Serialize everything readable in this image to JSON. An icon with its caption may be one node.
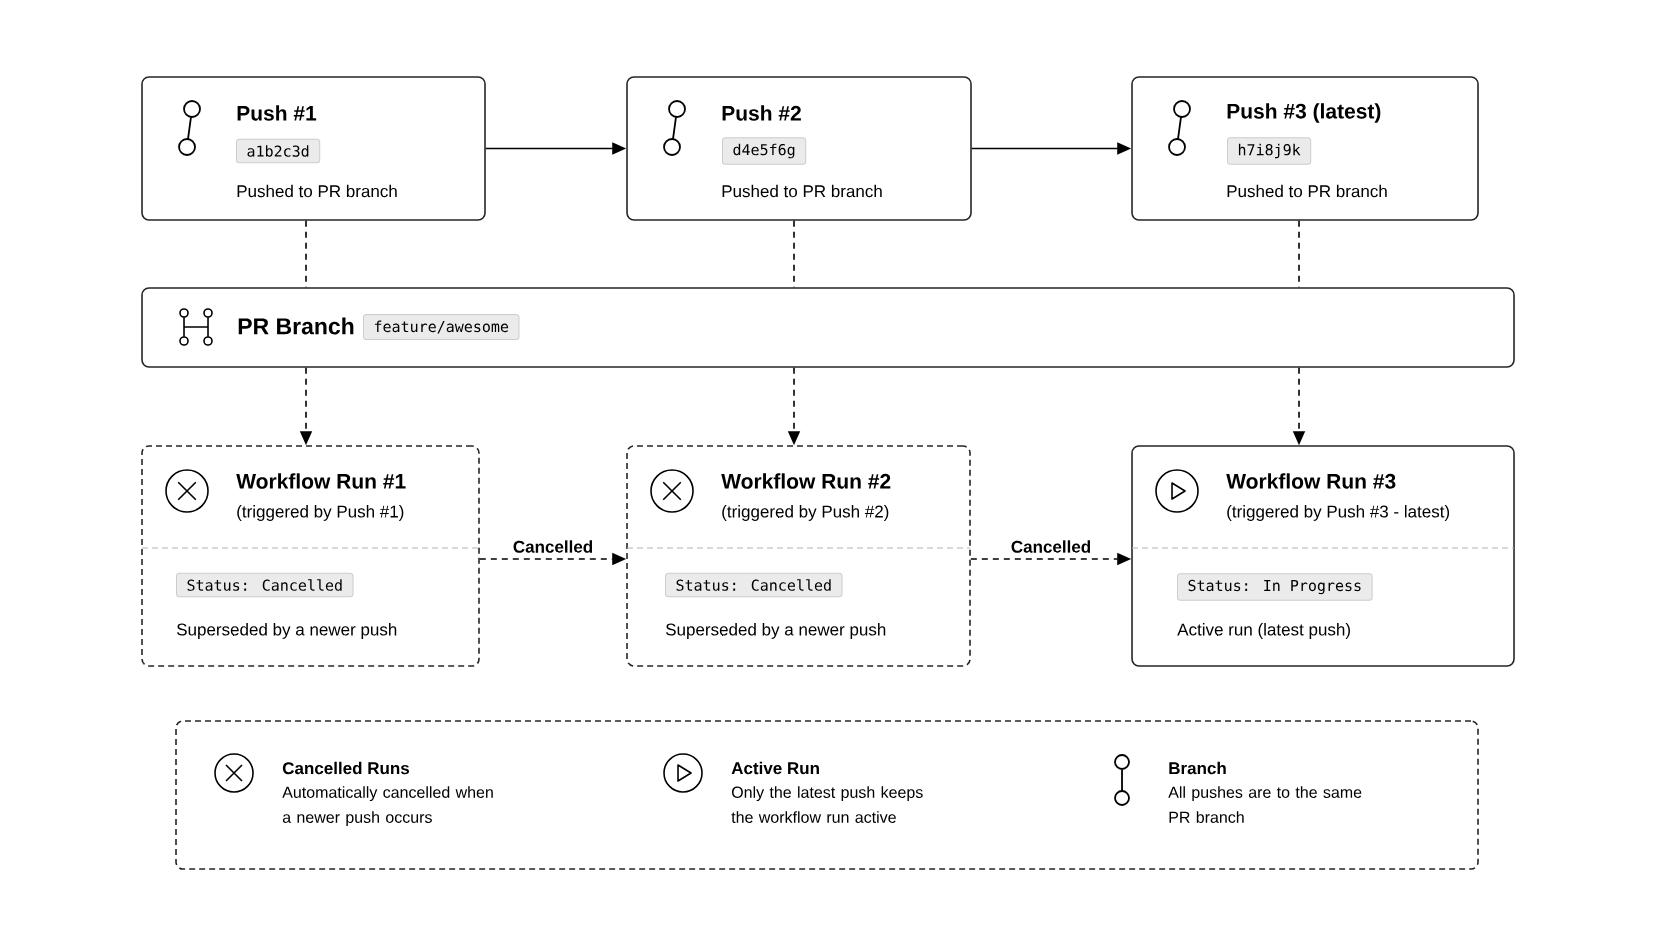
{
  "diagram": {
    "nodes": [
      {
        "text": [
          "Push #1",
          "Pushed to PR branch"
        ]
      },
      {
        "text": [
          "a1b2c3d"
        ],
        "in": 0
      },
      {
        "text": [
          "Push #2",
          "Pushed to PR branch"
        ]
      },
      {
        "text": [
          "d4e5f6g"
        ],
        "in": 2
      },
      {
        "text": [
          "Push #3 (latest)",
          "Pushed to PR branch"
        ]
      },
      {
        "text": [
          "h7i8j9k"
        ],
        "in": 4
      },
      {
        "text": [
          "PR Branch"
        ]
      },
      {
        "text": [
          "feature/awesome"
        ],
        "in": 6
      },
      {
        "text": [
          "Workflow Run #1",
          "(triggered by Push #1)",
          "Superseded by a newer push"
        ]
      },
      {
        "text": [
          "Status: Cancelled"
        ],
        "in": 8
      },
      {
        "text": [
          "Workflow Run #2",
          "(triggered by Push #2)",
          "Superseded by a newer push"
        ]
      },
      {
        "text": [
          "Status: Cancelled"
        ],
        "in": 10
      },
      {
        "text": [
          "Workflow Run #3",
          "(triggered by Push #3 - latest)",
          "Active run (latest push)"
        ]
      },
      {
        "text": [
          "Status: In Progress"
        ],
        "in": 12
      },
      {
        "text": [
          "Cancelled Runs",
          "Automatically cancelled when a newer push occurs",
          "Active Run",
          "Only the latest push keeps the workflow run active",
          "Branch",
          "All pushes are to the same PR branch"
        ]
      }
    ],
    "edges": [
      {
        "from": 0,
        "to": 2,
        "arrow": "to"
      },
      {
        "from": 2,
        "to": 4,
        "arrow": "to"
      },
      {
        "from": 0,
        "to": 6,
        "arrow": "none",
        "style": "dashed"
      },
      {
        "from": 2,
        "to": 6,
        "arrow": "none",
        "style": "dashed"
      },
      {
        "from": 4,
        "to": 6,
        "arrow": "none",
        "style": "dashed"
      },
      {
        "from": 6,
        "to": 8,
        "arrow": "to",
        "style": "dashed"
      },
      {
        "from": 6,
        "to": 10,
        "arrow": "to",
        "style": "dashed"
      },
      {
        "from": 6,
        "to": 12,
        "arrow": "to",
        "style": "dashed"
      },
      {
        "from": 8,
        "to": 10,
        "arrow": "to",
        "style": "dashed",
        "label": "Cancelled"
      },
      {
        "from": 10,
        "to": 12,
        "arrow": "to",
        "style": "dashed",
        "label": "Cancelled"
      }
    ]
  }
}
